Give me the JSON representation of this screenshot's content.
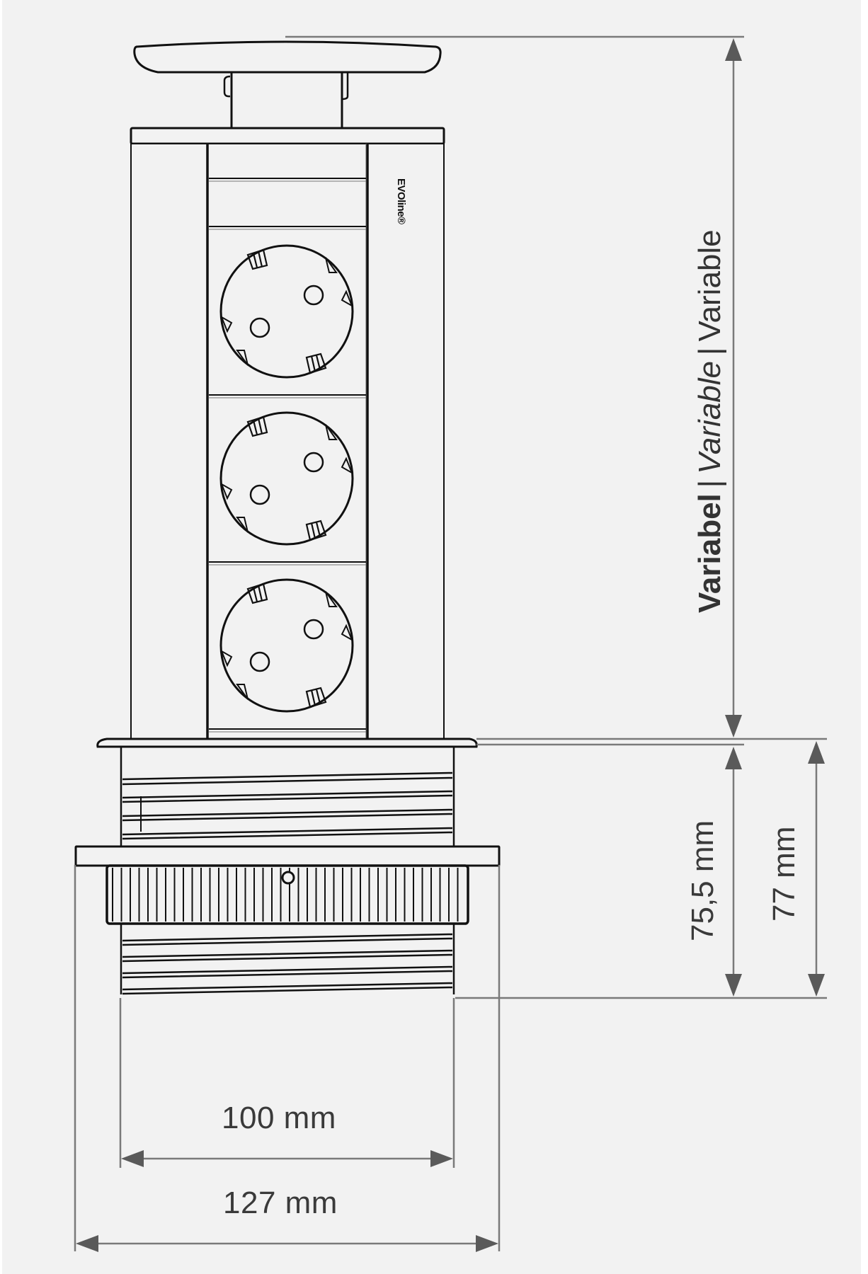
{
  "diagram": {
    "title": "Pop-up socket tower technical dimension drawing",
    "brand_mark": "EVOline®",
    "socket_count": 3,
    "socket_type": "Schuko socket",
    "colors": {
      "background": "#f2f2f2",
      "line": "#111111",
      "dimension_line": "#7a7a7a",
      "arrow": "#5a5a5a",
      "text": "#3a3a3a"
    }
  },
  "dimensions": {
    "height_variable": {
      "label_de": "Variabel",
      "separator": "|",
      "label_fr": "Variable",
      "label_en": "Variable"
    },
    "depth_inner": "75,5 mm",
    "depth_outer": "77 mm",
    "width_inner": "100 mm",
    "width_outer": "127 mm"
  }
}
